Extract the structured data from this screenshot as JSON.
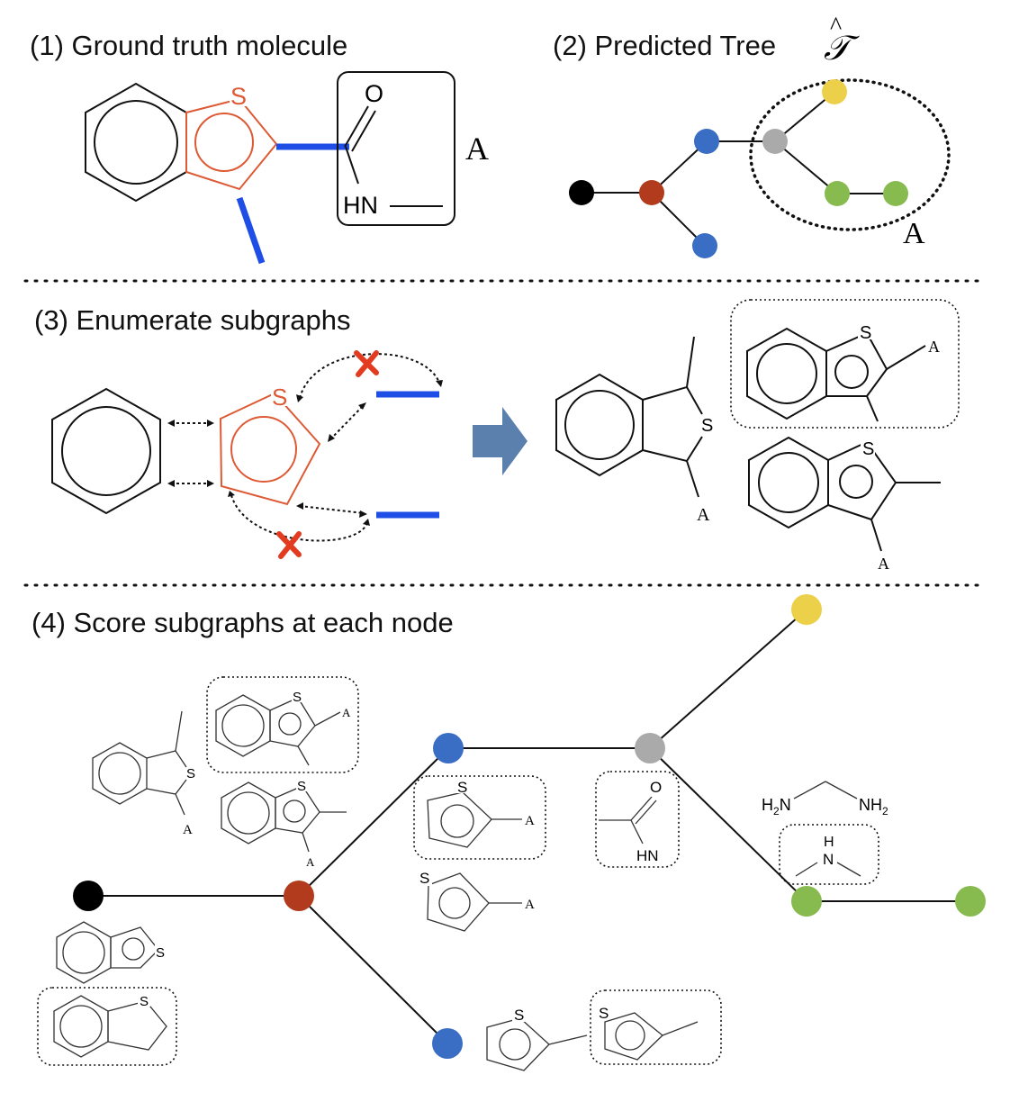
{
  "sections": {
    "s1": "(1) Ground truth molecule",
    "s2": "(2) Predicted Tree",
    "s3": "(3) Enumerate subgraphs",
    "s4": "(4) Score subgraphs at each node"
  },
  "symbols": {
    "tree": "𝒯",
    "hat": "^",
    "A": "A",
    "S": "S",
    "O": "O",
    "HN": "HN",
    "H": "H",
    "N": "N",
    "H2N_H": "H",
    "H2N_sub": "2",
    "H2N_N": "N",
    "NH2_N": "NH",
    "NH2_sub": "2"
  },
  "colors": {
    "black_node": "#000000",
    "brown_node": "#b23b1e",
    "blue_node": "#3a6dc4",
    "gray_node": "#aaaaaa",
    "yellow_node": "#ecd04a",
    "green_node": "#88bb4f",
    "thiophene_orange": "#dd5a35",
    "bond_blue": "#1f4ee6",
    "arrow_blue": "#5b80ae",
    "cross_red": "#e23b20"
  }
}
